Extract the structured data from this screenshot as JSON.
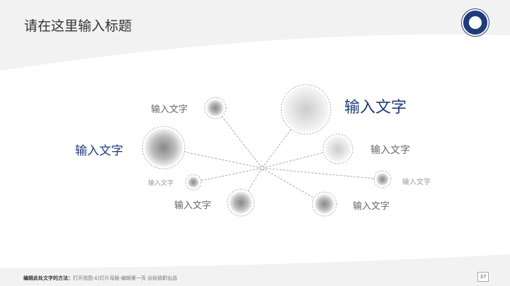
{
  "header": {
    "title": "请在这里输入标题",
    "logo_icon": "university-logo"
  },
  "labels": [
    {
      "text": "输入文字",
      "color": "#666666"
    },
    {
      "text": "输入文字",
      "color": "#1f3c7a"
    },
    {
      "text": "输入文字",
      "color": "#1f3c7a"
    },
    {
      "text": "输入文字",
      "color": "#666666"
    },
    {
      "text": "输入文字",
      "color": "#999999"
    },
    {
      "text": "输入文字",
      "color": "#999999"
    },
    {
      "text": "输入文字",
      "color": "#666666"
    },
    {
      "text": "输入文字",
      "color": "#666666"
    }
  ],
  "footer": {
    "method_label": "编辑此处文字的方法：",
    "method_text": "打开视图-幻灯片母版-编辑第一页 @妖娆职出品",
    "page_number": "37"
  }
}
